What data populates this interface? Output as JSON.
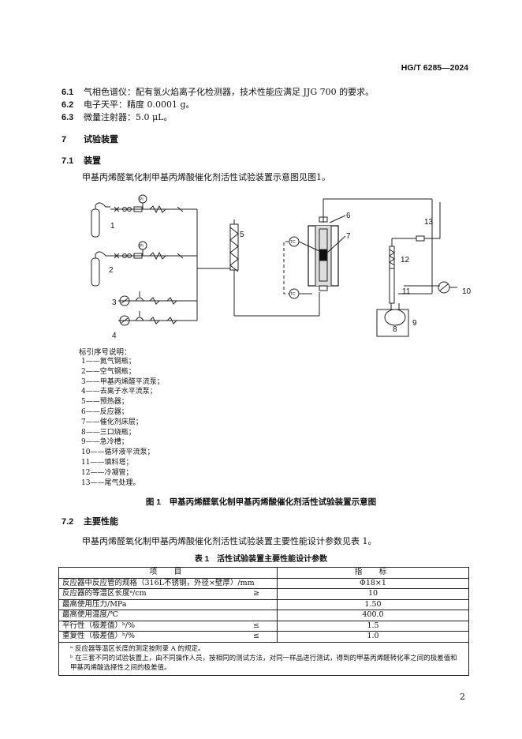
{
  "header": {
    "standard_no": "HG/T 6285—2024"
  },
  "items": [
    {
      "num": "6.1",
      "text": "气相色谱仪：配有氢火焰离子化检测器，技术性能应满足 JJG 700 的要求。"
    },
    {
      "num": "6.2",
      "text": "电子天平：精度 0.0001 g。"
    },
    {
      "num": "6.3",
      "text": "微量注射器：5.0 μL。"
    }
  ],
  "section7": {
    "num": "7",
    "title": "试验装置"
  },
  "section71": {
    "num": "7.1",
    "title": "装置",
    "para": "甲基丙烯醛氧化制甲基丙烯酸催化剂活性试验装置示意图见图1。"
  },
  "figure": {
    "labels": [
      "1",
      "2",
      "3",
      "4",
      "5",
      "6",
      "7",
      "8",
      "9",
      "10",
      "11",
      "12",
      "13"
    ],
    "gauge_label": "PI",
    "temp_label": "TC",
    "legend_title": "标引序号说明：",
    "legend": [
      "1——氮气钢瓶；",
      "2——空气钢瓶；",
      "3——甲基丙烯醛平流泵；",
      "4——去离子水平流泵；",
      "5——预热器；",
      "6——反应器；",
      "7——催化剂床层；",
      "8——三口烧瓶；",
      "9——急冷槽；",
      "10——循环液平流泵；",
      "11——填料塔；",
      "12——冷凝管；",
      "13——尾气处理。"
    ],
    "caption": "图 1　甲基丙烯醛氧化制甲基丙烯酸催化剂活性试验装置示意图"
  },
  "section72": {
    "num": "7.2",
    "title": "主要性能",
    "para": "甲基丙烯醛氧化制甲基丙烯酸催化剂活性试验装置主要性能设计参数见表 1。"
  },
  "table": {
    "caption": "表 1　活性试验装置主要性能设计参数",
    "headers": [
      "项　目",
      "指　标"
    ],
    "rows": [
      {
        "item": "反应器中反应管的规格（316L不锈钢，外径×壁厚）/mm",
        "sym": "",
        "value": "Φ18×1"
      },
      {
        "item": "反应器的等温区长度ᵃ/cm",
        "sym": "≥",
        "value": "10"
      },
      {
        "item": "最高使用压力/MPa",
        "sym": "",
        "value": "1.50"
      },
      {
        "item": "最高使用温度/℃",
        "sym": "",
        "value": "400.0"
      },
      {
        "item": "平行性（极差值）ᵇ/%",
        "sym": "≤",
        "value": "1.5"
      },
      {
        "item": "重复性（极差值）ᵇ/%",
        "sym": "≤",
        "value": "1.0"
      }
    ],
    "notes": [
      "ᵃ 反应器等温区长度的测定按附录 A 的规定。",
      "ᵇ 在三套不同的试验装置上，由不同操作人员，按相同的测试方法，对同一样品进行测试，得到的甲基丙烯醛转化率之间的极差值和甲基丙烯酸选择性之间的极差值。"
    ]
  },
  "page_number": "2"
}
